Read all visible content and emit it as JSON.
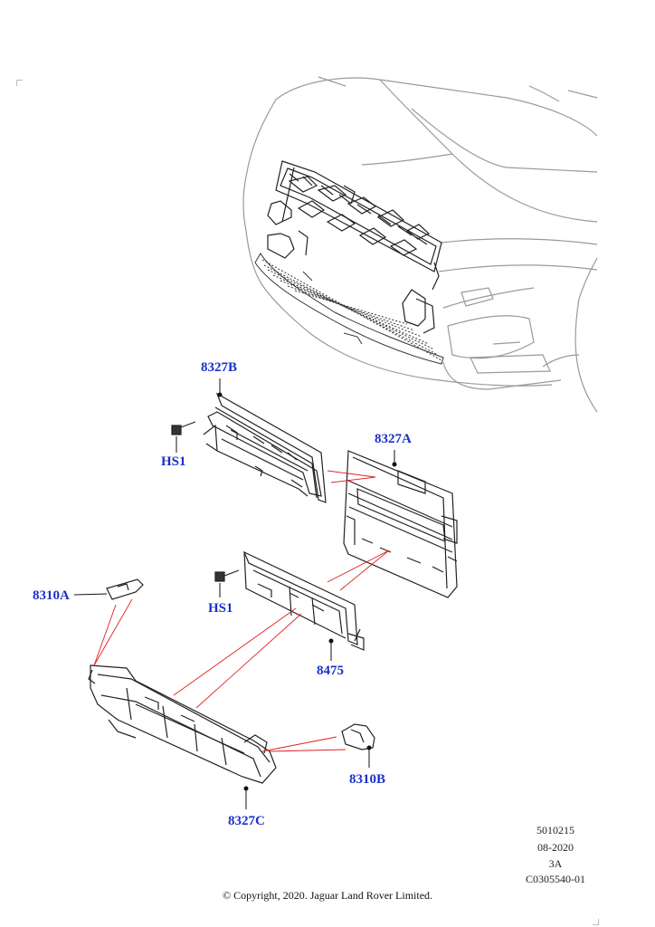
{
  "callouts": {
    "c8327B": "8327B",
    "c8327A": "8327A",
    "cHS1a": "HS1",
    "cHS1b": "HS1",
    "c8310A": "8310A",
    "c8475": "8475",
    "c8310B": "8310B",
    "c8327C": "8327C"
  },
  "reference": {
    "line1": "5010215",
    "line2": "08-2020",
    "line3": "3A",
    "line4": "C0305540-01"
  },
  "copyright": "© Copyright, 2020. Jaguar Land Rover Limited.",
  "colors": {
    "callout_text": "#1a2fc8",
    "leader_lines": "#e02020",
    "line_art": "#222222",
    "vehicle_outline": "#9a9a9a"
  }
}
